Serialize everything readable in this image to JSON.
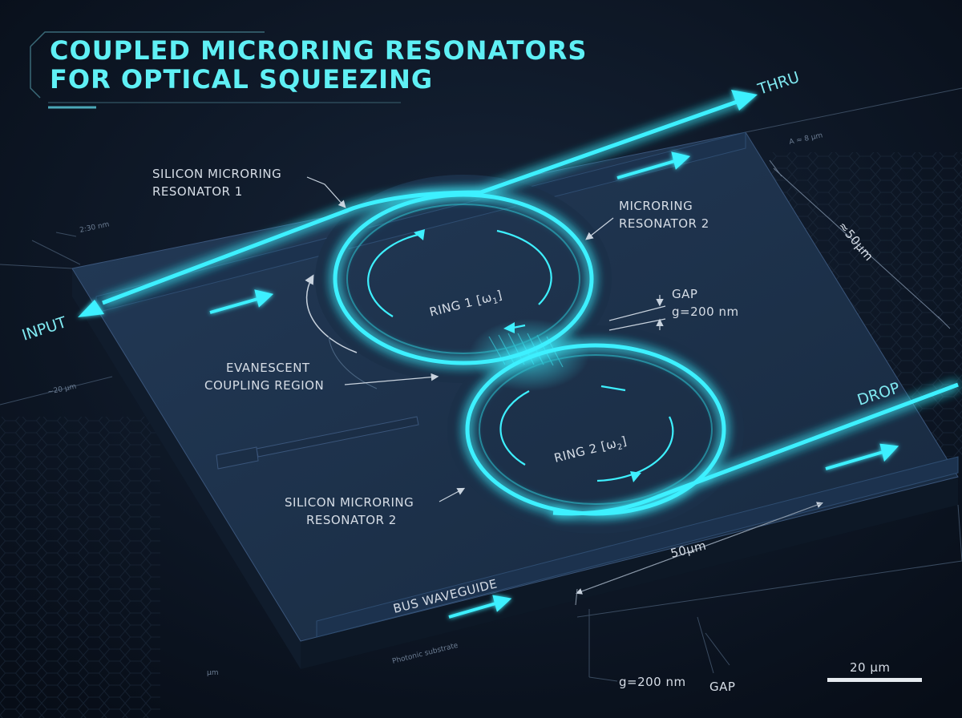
{
  "title": {
    "line1": "COUPLED MICRORING RESONATORS",
    "line2": "FOR OPTICAL SQUEEZING"
  },
  "ports": {
    "input": "INPUT",
    "thru": "THRU",
    "drop": "DROP"
  },
  "labels": {
    "ring1": "RING 1 [ω",
    "ring1_sub": "1",
    "ring2": "RING 2 [ω",
    "ring2_sub": "2",
    "ring_close": "]",
    "silicon_ring1_l1": "SILICON MICRORING",
    "silicon_ring1_l2": "RESONATOR 1",
    "microring2_l1": "MICRORING",
    "microring2_l2": "RESONATOR 2",
    "silicon_ring2_l1": "SILICON MICRORING",
    "silicon_ring2_l2": "RESONATOR 2",
    "evanescent_l1": "EVANESCENT",
    "evanescent_l2": "COUPLING REGION",
    "gap_title": "GAP",
    "gap_value": "g=200 nm",
    "bus_waveguide": "BUS WAVEGUIDE",
    "dim_50um_bottom": "50μm",
    "dim_50um_right": "≈50μm",
    "bottom_gap_value": "g=200 nm",
    "bottom_gap_label": "GAP",
    "scale_bar": "20 μm",
    "substrate": "Photonic substrate"
  },
  "annotations": {
    "a1": "2:30 nm",
    "a2": "~20 μm",
    "a3": "A ≈ 8 μm",
    "a4": "μm"
  },
  "colors": {
    "background": "#0b1422",
    "accent_cyan": "#3ef0ff",
    "title_cyan": "#5ff0f5",
    "chip_top": "#1e3450",
    "label_text": "#d6dde6"
  }
}
